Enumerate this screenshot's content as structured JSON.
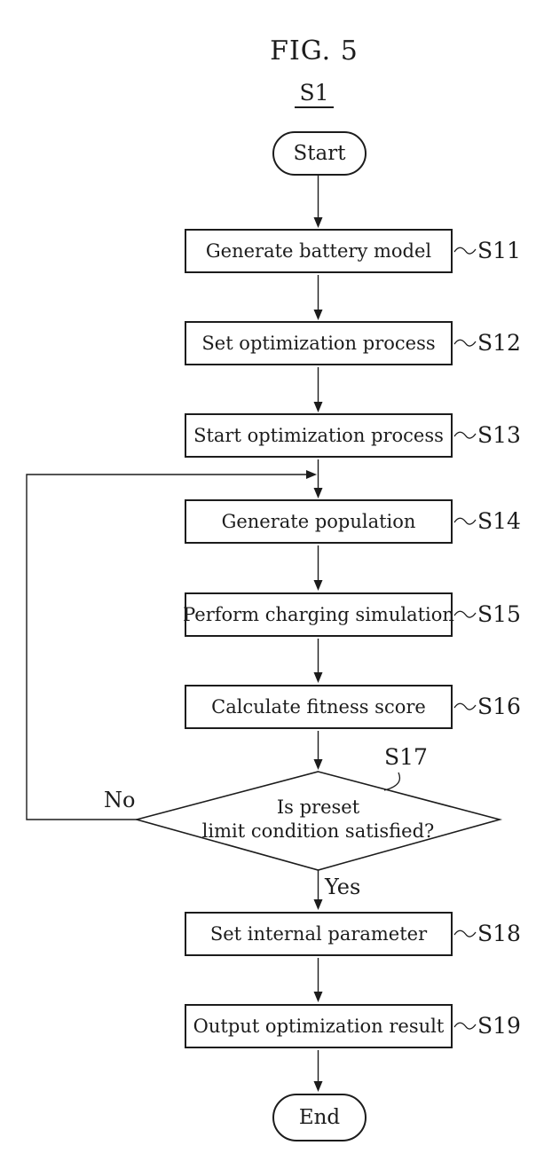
{
  "figure": {
    "title": "FIG. 5",
    "diagram_label": "S1"
  },
  "flowchart": {
    "start": "Start",
    "end": "End",
    "steps": [
      {
        "id": "S11",
        "label": "Generate battery model"
      },
      {
        "id": "S12",
        "label": "Set optimization process"
      },
      {
        "id": "S13",
        "label": "Start optimization process"
      },
      {
        "id": "S14",
        "label": "Generate population"
      },
      {
        "id": "S15",
        "label": "Perform charging simulation"
      },
      {
        "id": "S16",
        "label": "Calculate fitness score"
      },
      {
        "id": "S18",
        "label": "Set internal parameter"
      },
      {
        "id": "S19",
        "label": "Output optimization result"
      }
    ],
    "decision": {
      "id": "S17",
      "line1": "Is preset",
      "line2": "limit condition satisfied?",
      "yes": "Yes",
      "no": "No"
    },
    "colors": {
      "ink": "#1c1c1c",
      "background": "#ffffff"
    }
  }
}
